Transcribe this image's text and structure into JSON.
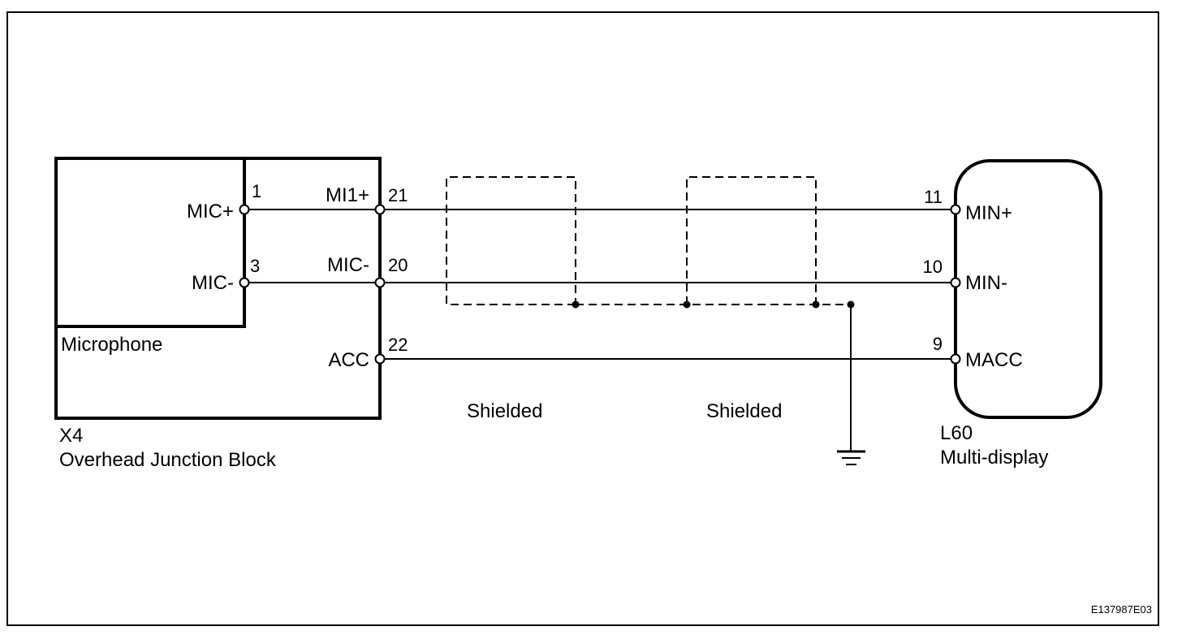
{
  "diagram_id": "E137987E03",
  "microphone": {
    "label": "Microphone",
    "pins": [
      {
        "name": "MIC+",
        "number": "1"
      },
      {
        "name": "MIC-",
        "number": "3"
      }
    ]
  },
  "junction_block": {
    "code": "X4",
    "name": "Overhead Junction Block",
    "pins": [
      {
        "name": "MI1+",
        "number": "21"
      },
      {
        "name": "MIC-",
        "number": "20"
      },
      {
        "name": "ACC",
        "number": "22"
      }
    ]
  },
  "multi_display": {
    "code": "L60",
    "name": "Multi-display",
    "pins": [
      {
        "name": "MIN+",
        "number": "11"
      },
      {
        "name": "MIN-",
        "number": "10"
      },
      {
        "name": "MACC",
        "number": "9"
      }
    ]
  },
  "shields": [
    "Shielded",
    "Shielded"
  ]
}
